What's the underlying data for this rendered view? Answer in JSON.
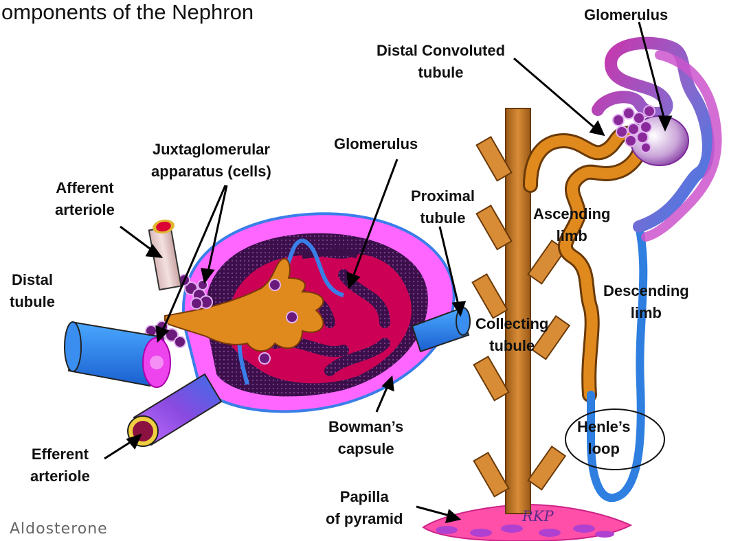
{
  "title": "omponents of the Nephron",
  "footer": "Aldosterone",
  "initials": "RKP",
  "labels": {
    "glomerulus_right": "Glomerulus",
    "distal_convoluted_1": "Distal Convoluted",
    "distal_convoluted_2": "tubule",
    "juxta_1": "Juxtaglomerular",
    "juxta_2": "apparatus (cells)",
    "glomerulus_left": "Glomerulus",
    "afferent_1": "Afferent",
    "afferent_2": "arteriole",
    "proximal_1": "Proximal",
    "proximal_2": "tubule",
    "ascending_1": "Ascending",
    "ascending_2": "limb",
    "distal_1": "Distal",
    "distal_2": "tubule",
    "descending_1": "Descending",
    "descending_2": "limb",
    "collecting_1": "Collecting",
    "collecting_2": "tubule",
    "bowman_1": "Bowman’s",
    "bowman_2": "capsule",
    "henle_1": "Henle’s",
    "henle_2": "loop",
    "efferent_1": "Efferent",
    "efferent_2": "arteriole",
    "papilla_1": "Papilla",
    "papilla_2": "of pyramid"
  },
  "colors": {
    "capsule_pink": "#ff66ff",
    "glomerulus_red": "#cc0055",
    "granular_purple": "#551166",
    "tubule_orange": "#e08a1e",
    "collecting_brown": "#c0741e",
    "vessel_blue": "#2e7fe0",
    "efferent_purple": "#a060e0"
  }
}
